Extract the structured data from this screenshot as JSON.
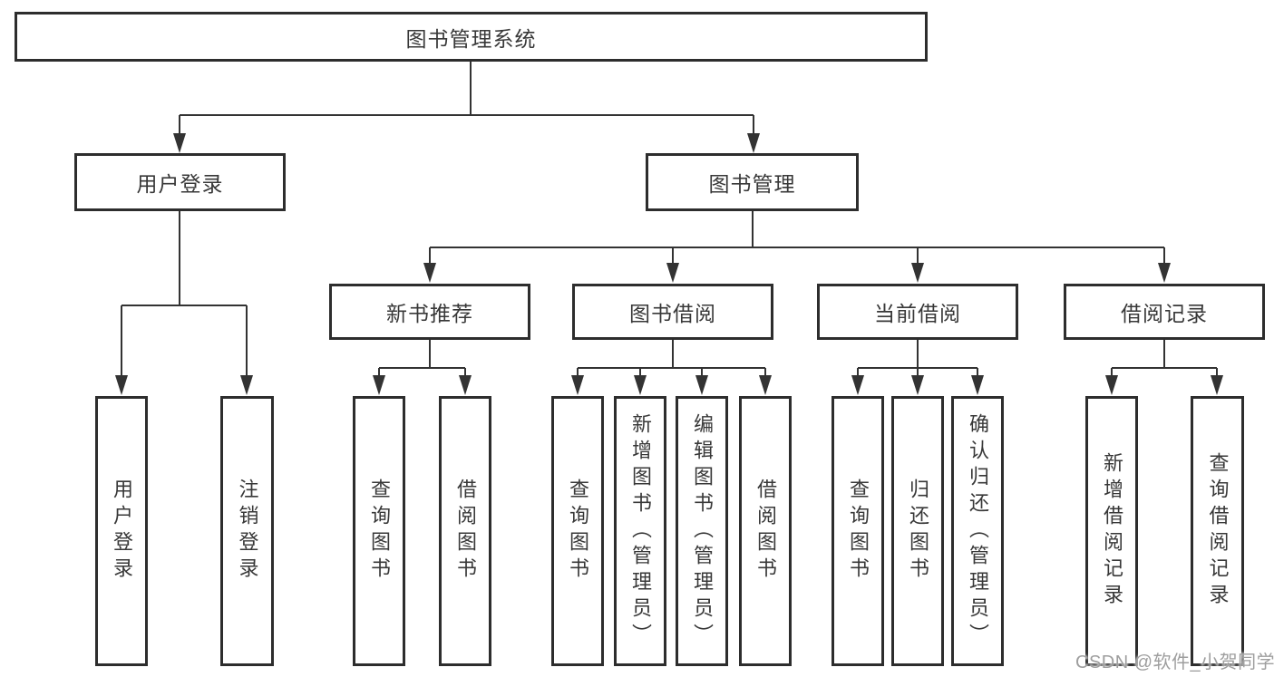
{
  "diagram": {
    "root": {
      "label": "图书管理系统"
    },
    "level2": [
      {
        "label": "用户登录"
      },
      {
        "label": "图书管理"
      }
    ],
    "level3": [
      {
        "label": "新书推荐",
        "parent": "图书管理"
      },
      {
        "label": "图书借阅",
        "parent": "图书管理"
      },
      {
        "label": "当前借阅",
        "parent": "图书管理"
      },
      {
        "label": "借阅记录",
        "parent": "图书管理"
      }
    ],
    "leaves": [
      {
        "label": "用户登录",
        "parent": "用户登录"
      },
      {
        "label": "注销登录",
        "parent": "用户登录"
      },
      {
        "label": "查询图书",
        "parent": "新书推荐"
      },
      {
        "label": "借阅图书",
        "parent": "新书推荐"
      },
      {
        "label": "查询图书",
        "parent": "图书借阅"
      },
      {
        "label": "新增图书（管理员）",
        "parent": "图书借阅"
      },
      {
        "label": "编辑图书（管理员）",
        "parent": "图书借阅"
      },
      {
        "label": "借阅图书",
        "parent": "图书借阅"
      },
      {
        "label": "查询图书",
        "parent": "当前借阅"
      },
      {
        "label": "归还图书",
        "parent": "当前借阅"
      },
      {
        "label": "确认归还（管理员）",
        "parent": "当前借阅"
      },
      {
        "label": "新增借阅记录",
        "parent": "借阅记录"
      },
      {
        "label": "查询借阅记录",
        "parent": "借阅记录"
      }
    ]
  },
  "watermark": {
    "label": "CSDN @软件_小贺同学"
  },
  "colors": {
    "line": "#333333",
    "border": "#2d2d2d",
    "text": "#383838",
    "watermark": "#9e9e9e",
    "background": "#ffffff"
  }
}
